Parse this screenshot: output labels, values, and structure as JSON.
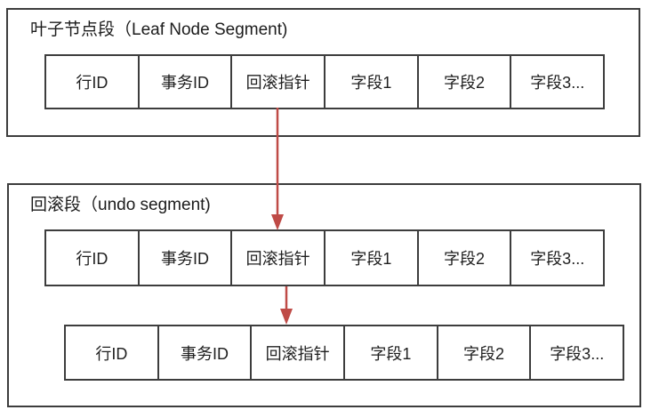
{
  "colors": {
    "arrow": "#bf4b47",
    "border": "#3d3d3d"
  },
  "segments": [
    {
      "title": "叶子节点段（Leaf Node Segment)",
      "rows": [
        [
          "行ID",
          "事务ID",
          "回滚指针",
          "字段1",
          "字段2",
          "字段3..."
        ]
      ]
    },
    {
      "title": "回滚段（undo segment)",
      "rows": [
        [
          "行ID",
          "事务ID",
          "回滚指针",
          "字段1",
          "字段2",
          "字段3..."
        ],
        [
          "行ID",
          "事务ID",
          "回滚指针",
          "字段1",
          "字段2",
          "字段3..."
        ]
      ]
    }
  ]
}
